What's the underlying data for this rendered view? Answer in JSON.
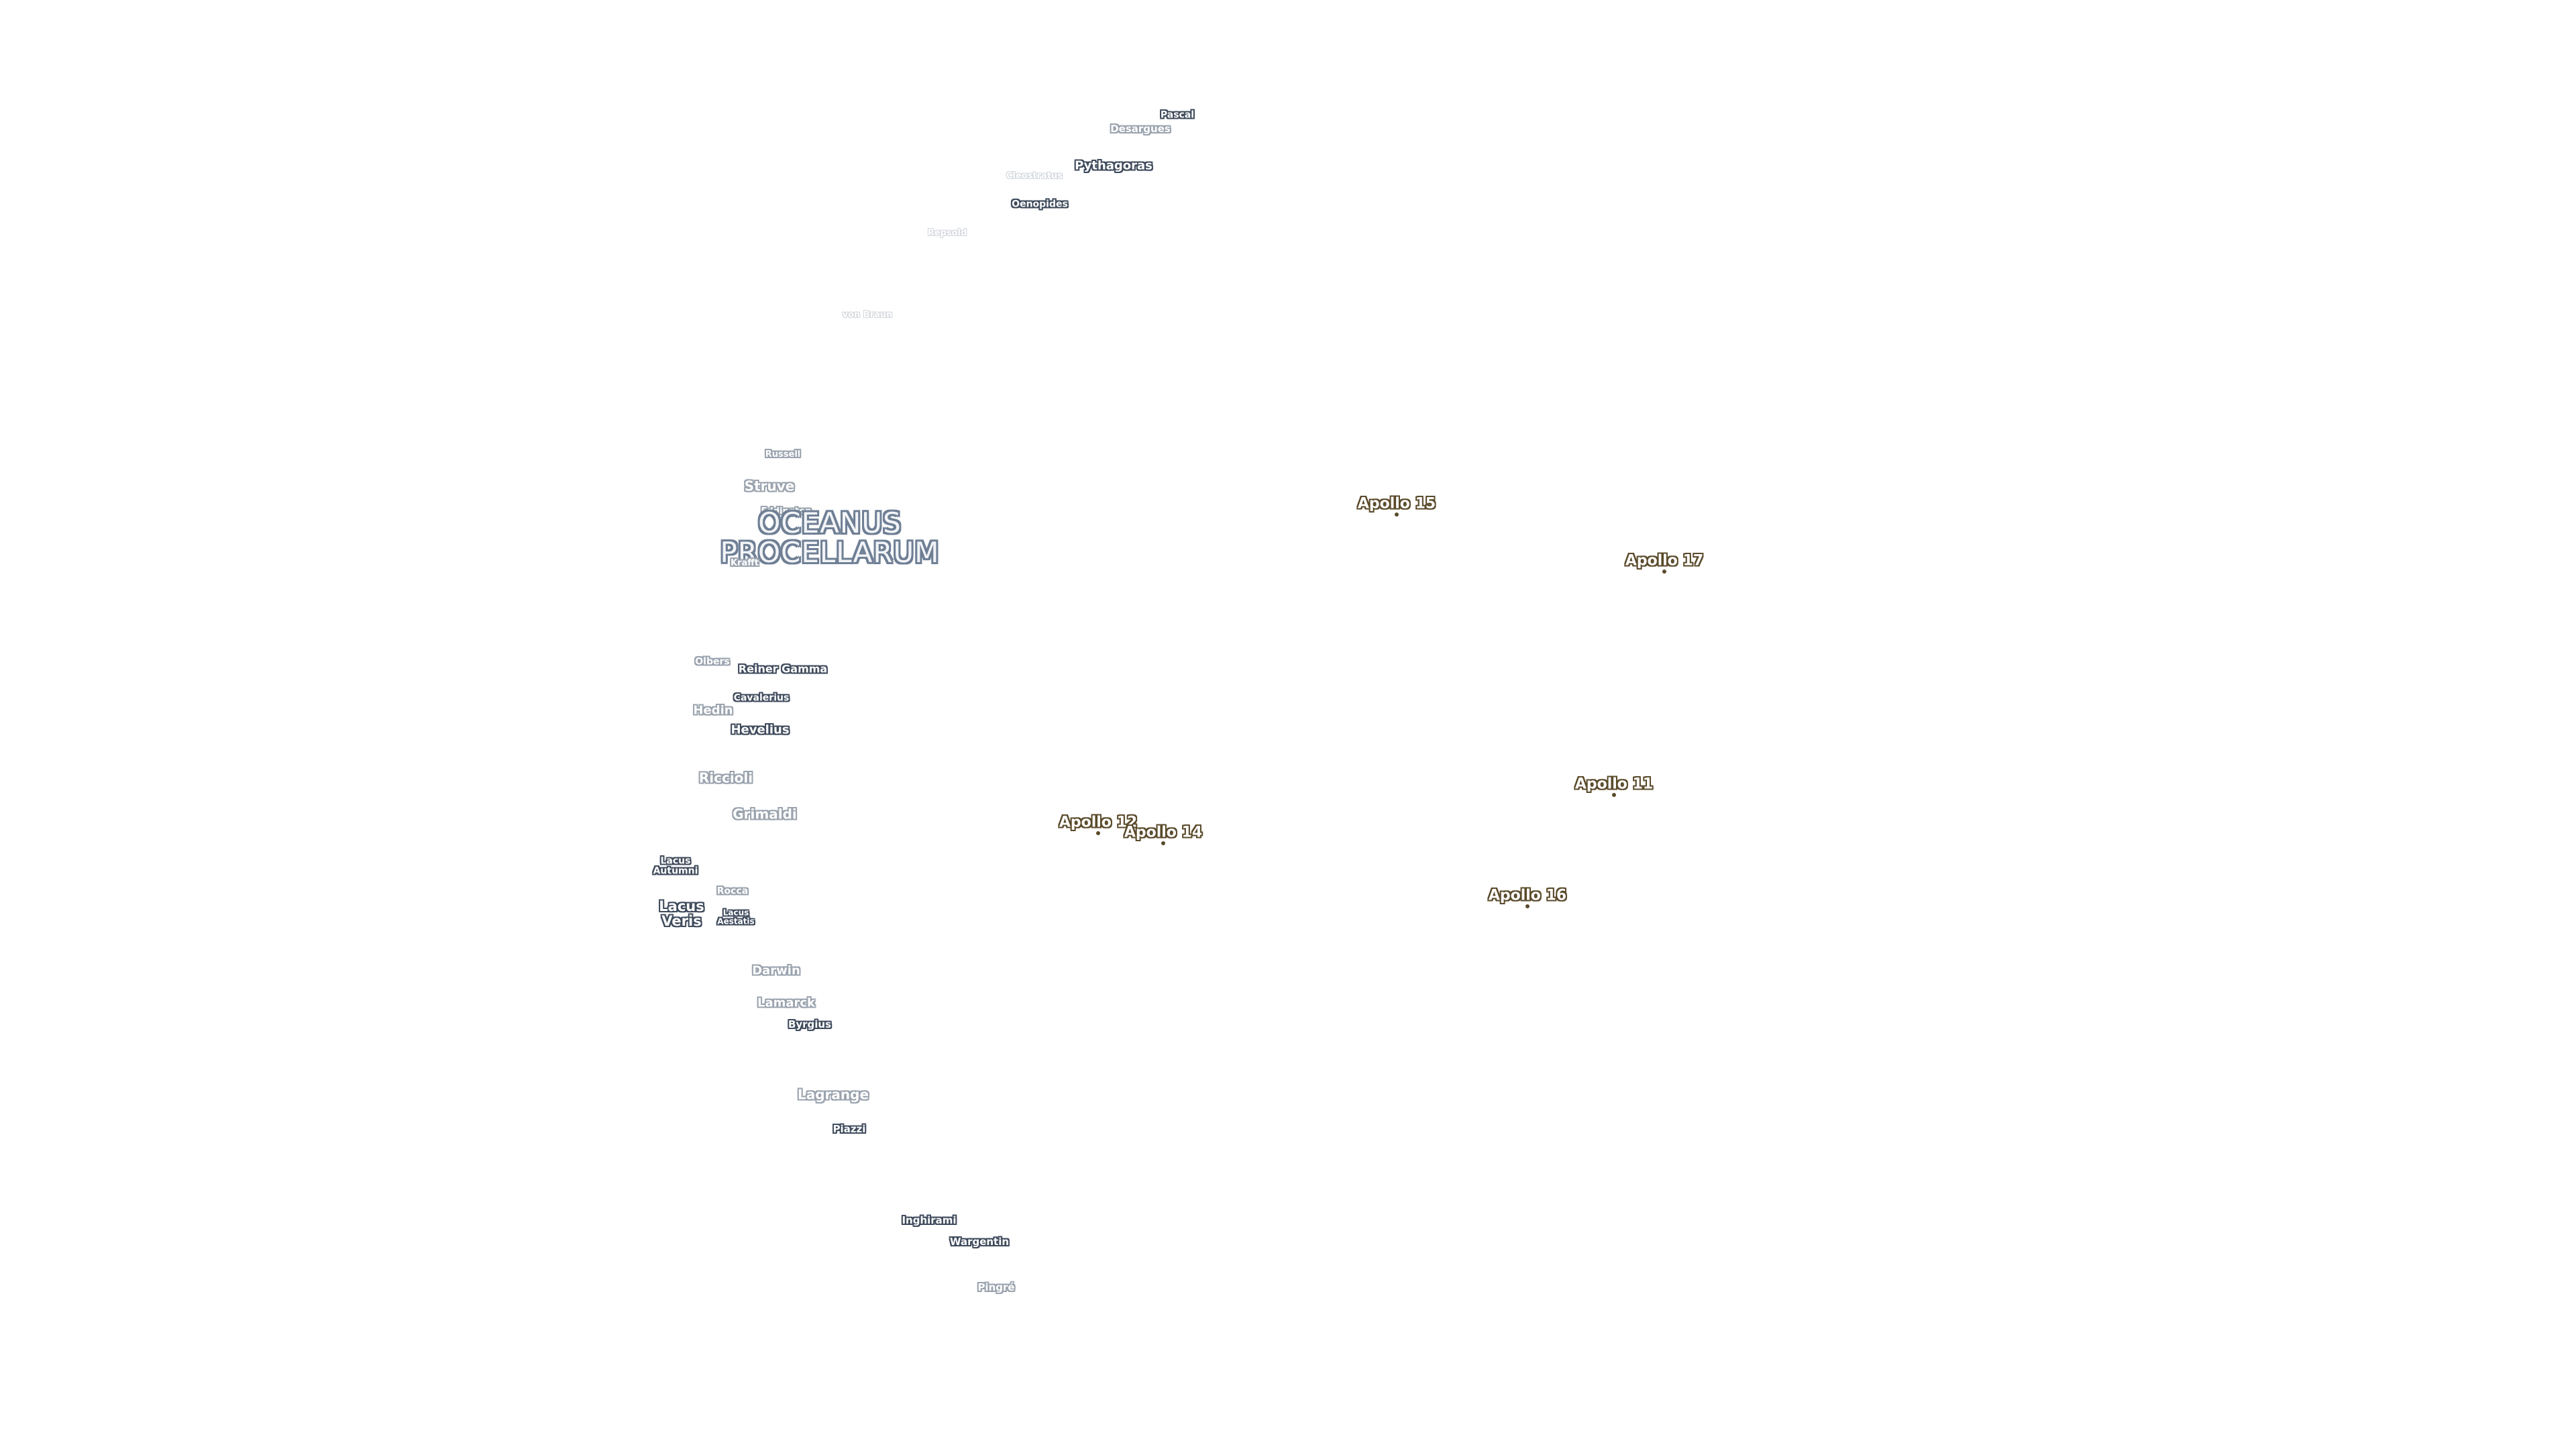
{
  "colors": {
    "background": "#ffffff",
    "feature_halo": "#3f4b5c",
    "feature_halo_faint": "#9aa3ae",
    "mare_halo": "#6f7f95",
    "site_halo": "#5a4a2a"
  },
  "features": {
    "pascal": "Pascal",
    "desargues": "Desargues",
    "pythagoras": "Pythagoras",
    "cleostratus": "Cleostratus",
    "oenopides": "Oenopides",
    "repsold": "Repsold",
    "von_braun": "von Braun",
    "russell": "Russell",
    "struve": "Struve",
    "eddington": "Eddington",
    "oceanus_line1": "OCEANUS",
    "oceanus_line2": "PROCELLARUM",
    "krafft": "Krafft",
    "olbers": "Olbers",
    "reiner_gamma": "Reiner Gamma",
    "cavalerius": "Cavalerius",
    "hedin": "Hedin",
    "hevelius": "Hevelius",
    "riccioli": "Riccioli",
    "grimaldi": "Grimaldi",
    "lacus_autumni_line1": "Lacus",
    "lacus_autumni_line2": "Autumni",
    "rocca": "Rocca",
    "lacus_veris_line1": "Lacus",
    "lacus_veris_line2": "Veris",
    "lacus_aestatis_line1": "Lacus",
    "lacus_aestatis_line2": "Aestatis",
    "darwin": "Darwin",
    "lamarck": "Lamarck",
    "byrgius": "Byrgius",
    "lagrange": "Lagrange",
    "piazzi": "Piazzi",
    "inghirami": "Inghirami",
    "wargentin": "Wargentin",
    "pingre": "Pingré"
  },
  "sites": {
    "apollo_15": "Apollo 15",
    "apollo_17": "Apollo 17",
    "apollo_11": "Apollo 11",
    "apollo_12": "Apollo 12",
    "apollo_14": "Apollo 14",
    "apollo_16": "Apollo 16"
  }
}
